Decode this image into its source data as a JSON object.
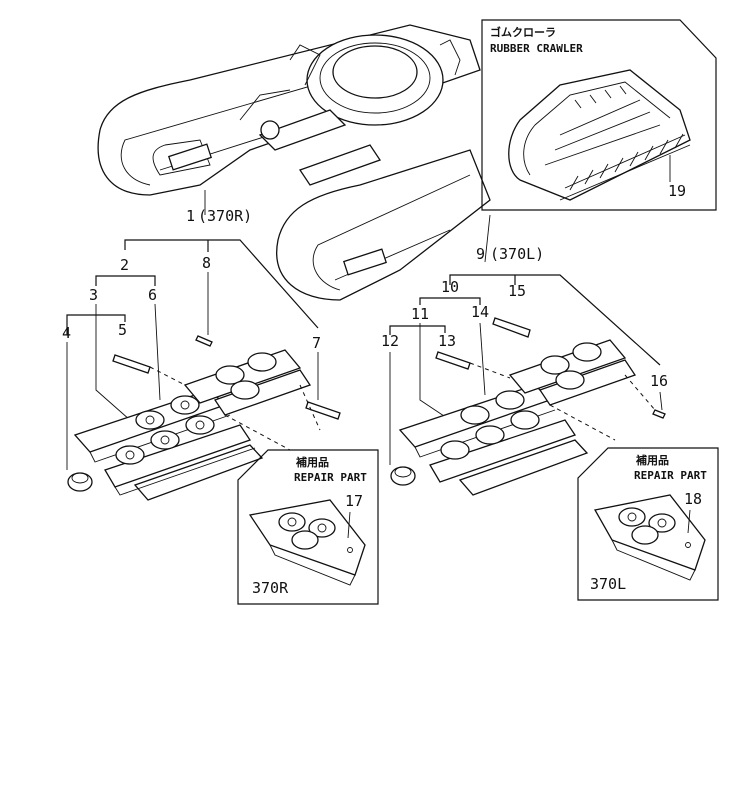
{
  "callouts": {
    "p1": "1",
    "p1_tag": "(370R)",
    "p2": "2",
    "p3": "3",
    "p4": "4",
    "p5": "5",
    "p6": "6",
    "p7": "7",
    "p8": "8",
    "p9": "9",
    "p9_tag": "(370L)",
    "p10": "10",
    "p11": "11",
    "p12": "12",
    "p13": "13",
    "p14": "14",
    "p15": "15",
    "p16": "16",
    "p17": "17",
    "p18": "18",
    "p19": "19"
  },
  "inset_crawler": {
    "title_jp": "ゴムクローラ",
    "title_en": "RUBBER CRAWLER"
  },
  "repair_right": {
    "title_jp": "補用品",
    "title_en": "REPAIR PART",
    "variant": "370R"
  },
  "repair_left": {
    "title_jp": "補用品",
    "title_en": "REPAIR PART",
    "variant": "370L"
  }
}
